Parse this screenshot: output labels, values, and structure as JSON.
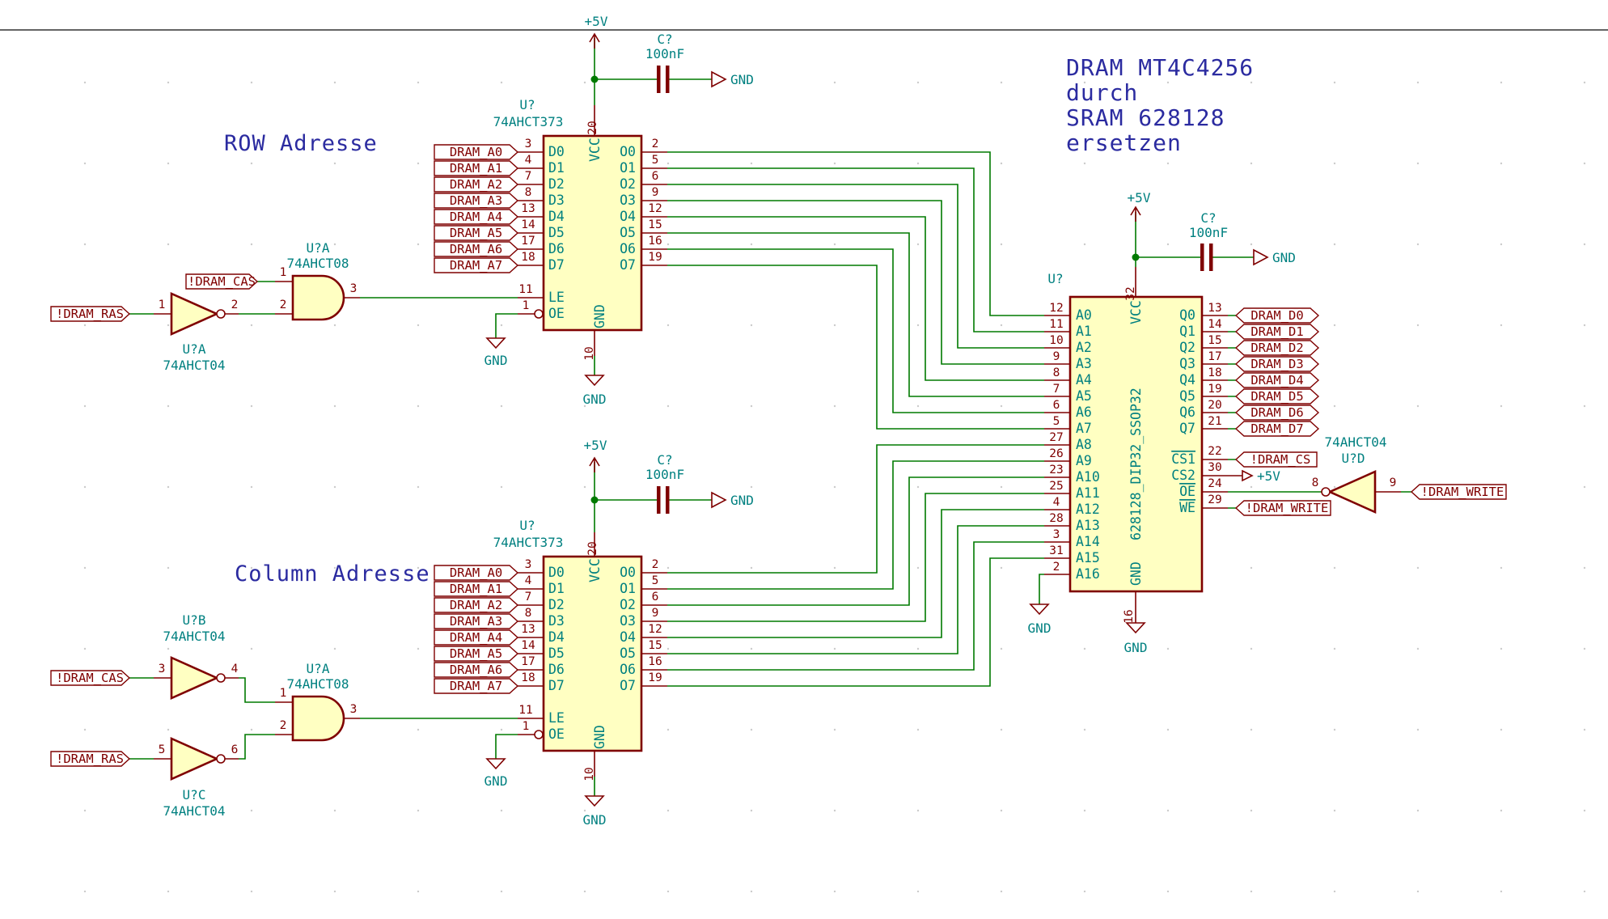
{
  "titles": {
    "row_section": "ROW Adresse",
    "column_section": "Column Adresse"
  },
  "note_lines": [
    "DRAM MT4C4256",
    "durch",
    "SRAM 628128",
    "ersetzen"
  ],
  "power": {
    "vcc": "+5V",
    "gnd": "GND"
  },
  "cap": {
    "ref": "C?",
    "value": "100nF"
  },
  "latch": {
    "ref": "U?",
    "value": "74AHCT373",
    "d_pins": [
      {
        "num": "3",
        "name": "D0"
      },
      {
        "num": "4",
        "name": "D1"
      },
      {
        "num": "7",
        "name": "D2"
      },
      {
        "num": "8",
        "name": "D3"
      },
      {
        "num": "13",
        "name": "D4"
      },
      {
        "num": "14",
        "name": "D5"
      },
      {
        "num": "17",
        "name": "D6"
      },
      {
        "num": "18",
        "name": "D7"
      }
    ],
    "o_pins": [
      {
        "num": "2",
        "name": "O0"
      },
      {
        "num": "5",
        "name": "O1"
      },
      {
        "num": "6",
        "name": "O2"
      },
      {
        "num": "9",
        "name": "O3"
      },
      {
        "num": "12",
        "name": "O4"
      },
      {
        "num": "15",
        "name": "O5"
      },
      {
        "num": "16",
        "name": "O6"
      },
      {
        "num": "19",
        "name": "O7"
      }
    ],
    "le": {
      "num": "11",
      "name": "LE"
    },
    "oe": {
      "num": "1",
      "name": "OE"
    },
    "vcc": {
      "num": "20",
      "name": "VCC"
    },
    "gnd": {
      "num": "10",
      "name": "GND"
    }
  },
  "sram": {
    "ref": "U?",
    "value": "628128_DIP32_SSOP32",
    "a_pins": [
      {
        "num": "12",
        "name": "A0"
      },
      {
        "num": "11",
        "name": "A1"
      },
      {
        "num": "10",
        "name": "A2"
      },
      {
        "num": "9",
        "name": "A3"
      },
      {
        "num": "8",
        "name": "A4"
      },
      {
        "num": "7",
        "name": "A5"
      },
      {
        "num": "6",
        "name": "A6"
      },
      {
        "num": "5",
        "name": "A7"
      },
      {
        "num": "27",
        "name": "A8"
      },
      {
        "num": "26",
        "name": "A9"
      },
      {
        "num": "23",
        "name": "A10"
      },
      {
        "num": "25",
        "name": "A11"
      },
      {
        "num": "4",
        "name": "A12"
      },
      {
        "num": "28",
        "name": "A13"
      },
      {
        "num": "3",
        "name": "A14"
      },
      {
        "num": "31",
        "name": "A15"
      },
      {
        "num": "2",
        "name": "A16"
      }
    ],
    "q_pins": [
      {
        "num": "13",
        "name": "Q0"
      },
      {
        "num": "14",
        "name": "Q1"
      },
      {
        "num": "15",
        "name": "Q2"
      },
      {
        "num": "17",
        "name": "Q3"
      },
      {
        "num": "18",
        "name": "Q4"
      },
      {
        "num": "19",
        "name": "Q5"
      },
      {
        "num": "20",
        "name": "Q6"
      },
      {
        "num": "21",
        "name": "Q7"
      }
    ],
    "ctrl_pins": [
      {
        "num": "22",
        "name": "CS1",
        "bar": true
      },
      {
        "num": "30",
        "name": "CS2",
        "bar": false
      },
      {
        "num": "24",
        "name": "OE",
        "bar": true
      },
      {
        "num": "29",
        "name": "WE",
        "bar": true
      }
    ],
    "vcc": {
      "num": "32",
      "name": "VCC"
    },
    "gnd": {
      "num": "16",
      "name": "GND"
    }
  },
  "gates": {
    "and_row": {
      "ref": "U?A",
      "value": "74AHCT08",
      "in1": "1",
      "in2": "2",
      "out": "3"
    },
    "inv_row": {
      "ref": "U?A",
      "value": "74AHCT04",
      "in": "1",
      "out": "2"
    },
    "inv_col_cas": {
      "ref": "U?B",
      "value": "74AHCT04",
      "in": "3",
      "out": "4"
    },
    "and_col": {
      "ref": "U?A",
      "value": "74AHCT08",
      "in1": "1",
      "in2": "2",
      "out": "3"
    },
    "inv_col_ras": {
      "ref": "U?C",
      "value": "74AHCT04",
      "in": "5",
      "out": "6"
    },
    "inv_we": {
      "ref": "U?D",
      "value": "74AHCT04",
      "in": "9",
      "out": "8"
    }
  },
  "labels": {
    "dram_a": [
      "DRAM_A0",
      "DRAM_A1",
      "DRAM_A2",
      "DRAM_A3",
      "DRAM_A4",
      "DRAM_A5",
      "DRAM_A6",
      "DRAM_A7"
    ],
    "dram_d": [
      "DRAM_D0",
      "DRAM_D1",
      "DRAM_D2",
      "DRAM_D3",
      "DRAM_D4",
      "DRAM_D5",
      "DRAM_D6",
      "DRAM_D7"
    ],
    "cas": "!DRAM_CAS",
    "ras": "!DRAM_RAS",
    "cs": "!DRAM_CS",
    "write": "!DRAM_WRITE"
  },
  "colors": {
    "wire": "#007a00",
    "symbol_outline": "#7f0000",
    "symbol_fill": "#ffffc2",
    "field_text": "#008080",
    "net_label": "#800000",
    "comment_text": "#2b2ba0"
  }
}
